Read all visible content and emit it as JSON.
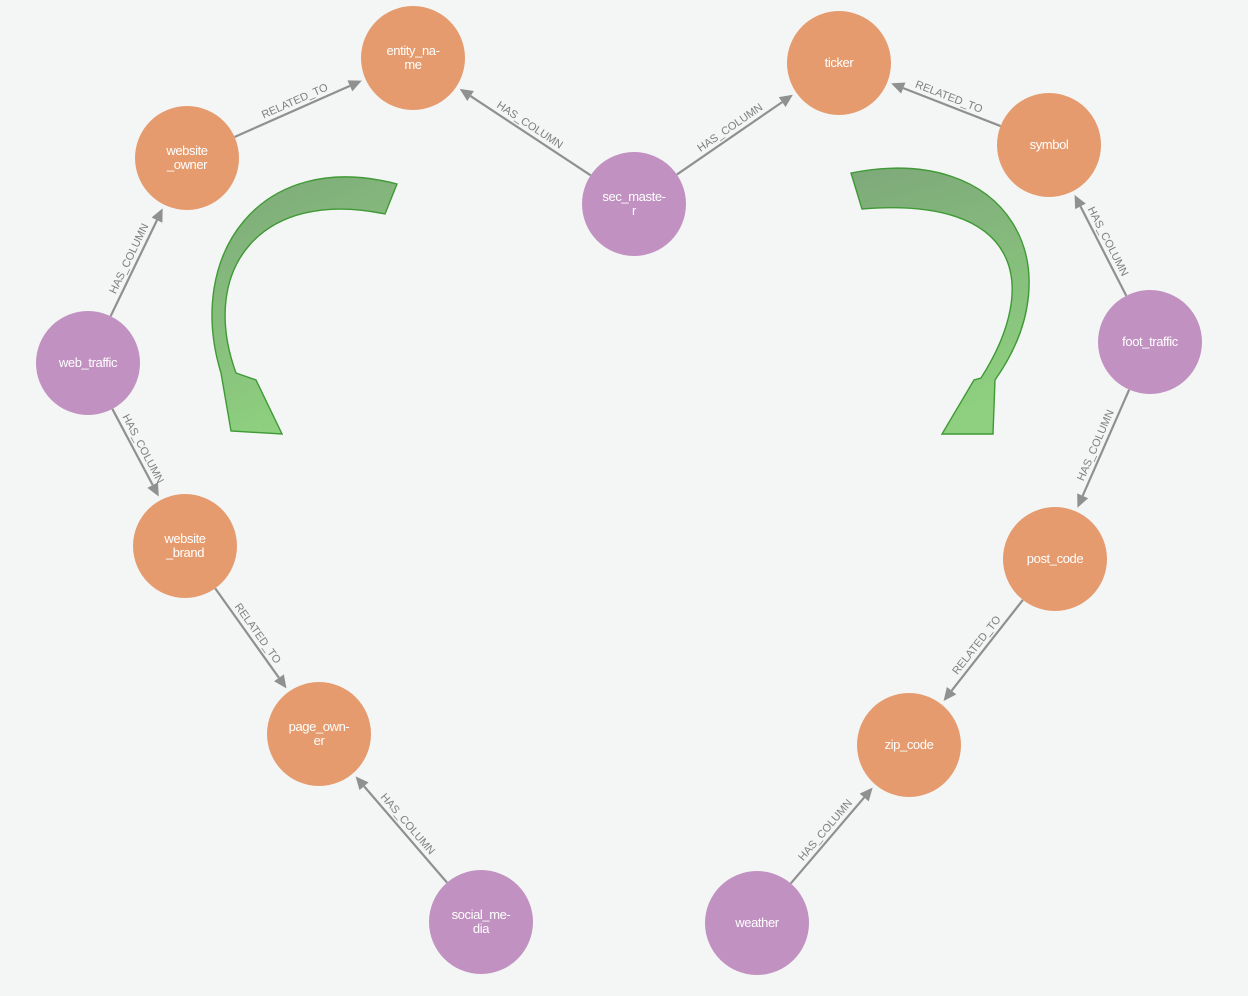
{
  "colors": {
    "column_node": "#e59b6e",
    "table_node": "#c091c1",
    "edge": "#909090",
    "edge_label": "#7f7f7f",
    "flow_arrow_dark": "#7ea97a",
    "flow_arrow_light": "#8ed07f",
    "background": "#f4f5f5"
  },
  "nodes": {
    "entity_name": {
      "kind": "column",
      "lines": [
        "entity_na-",
        "me"
      ]
    },
    "ticker": {
      "kind": "column",
      "lines": [
        "ticker"
      ]
    },
    "website_owner": {
      "kind": "column",
      "lines": [
        "website",
        "_owner"
      ]
    },
    "sec_master": {
      "kind": "table",
      "lines": [
        "sec_maste-",
        "r"
      ]
    },
    "symbol": {
      "kind": "column",
      "lines": [
        "symbol"
      ]
    },
    "web_traffic": {
      "kind": "table",
      "lines": [
        "web_traffic"
      ]
    },
    "foot_traffic": {
      "kind": "table",
      "lines": [
        "foot_traffic"
      ]
    },
    "website_brand": {
      "kind": "column",
      "lines": [
        "website",
        "_brand"
      ]
    },
    "post_code": {
      "kind": "column",
      "lines": [
        "post_code"
      ]
    },
    "page_owner": {
      "kind": "column",
      "lines": [
        "page_own-",
        "er"
      ]
    },
    "zip_code": {
      "kind": "column",
      "lines": [
        "zip_code"
      ]
    },
    "social_media": {
      "kind": "table",
      "lines": [
        "social_me-",
        "dia"
      ]
    },
    "weather": {
      "kind": "table",
      "lines": [
        "weather"
      ]
    }
  },
  "edges": [
    {
      "id": "e1",
      "from": "website_owner",
      "to": "entity_name",
      "label": "RELATED_TO"
    },
    {
      "id": "e2",
      "from": "sec_master",
      "to": "entity_name",
      "label": "HAS_COLUMN"
    },
    {
      "id": "e3",
      "from": "sec_master",
      "to": "ticker",
      "label": "HAS_COLUMN"
    },
    {
      "id": "e4",
      "from": "symbol",
      "to": "ticker",
      "label": "RELATED_TO"
    },
    {
      "id": "e5",
      "from": "web_traffic",
      "to": "website_owner",
      "label": "HAS_COLUMN"
    },
    {
      "id": "e6",
      "from": "foot_traffic",
      "to": "symbol",
      "label": "HAS_COLUMN"
    },
    {
      "id": "e7",
      "from": "web_traffic",
      "to": "website_brand",
      "label": "HAS_COLUMN"
    },
    {
      "id": "e8",
      "from": "foot_traffic",
      "to": "post_code",
      "label": "HAS_COLUMN"
    },
    {
      "id": "e9",
      "from": "website_brand",
      "to": "page_owner",
      "label": "RELATED_TO"
    },
    {
      "id": "e10",
      "from": "post_code",
      "to": "zip_code",
      "label": "RELATED_TO"
    },
    {
      "id": "e11",
      "from": "social_media",
      "to": "page_owner",
      "label": "HAS_COLUMN"
    },
    {
      "id": "e12",
      "from": "weather",
      "to": "zip_code",
      "label": "HAS_COLUMN"
    }
  ]
}
